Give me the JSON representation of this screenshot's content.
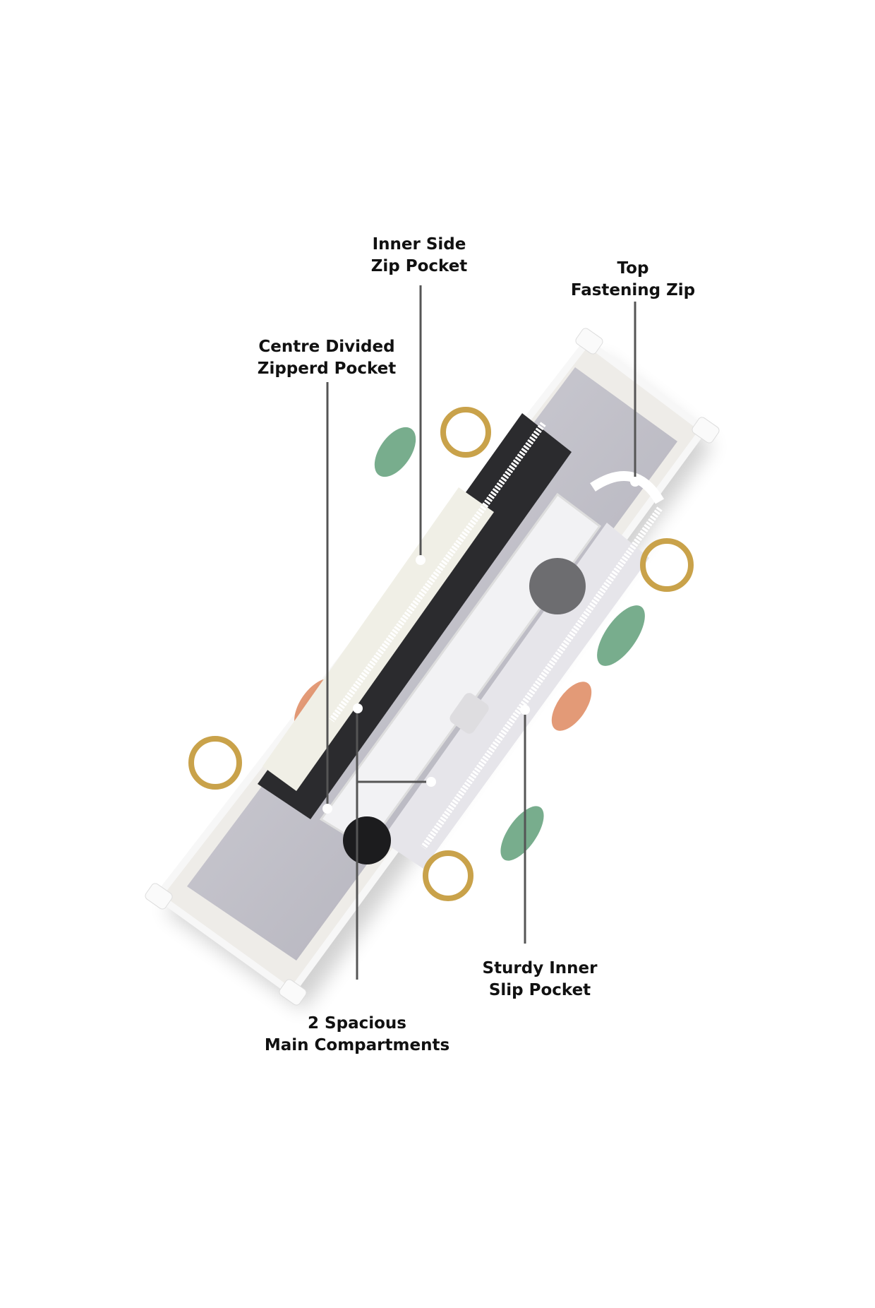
{
  "callouts": {
    "inner_side": {
      "line1": "Inner Side",
      "line2": "Zip Pocket"
    },
    "top_zip": {
      "line1": "Top",
      "line2": "Fastening Zip"
    },
    "centre_divided": {
      "line1": "Centre Divided",
      "line2": "Zipperd Pocket"
    },
    "main_compartments": {
      "line1": "2 Spacious",
      "line2": "Main Compartments"
    },
    "slip_pocket": {
      "line1": "Sturdy Inner",
      "line2": "Slip Pocket"
    }
  },
  "colors": {
    "leader": "#555555",
    "trim": "#f4f4f4",
    "lining": "#c9c8d0",
    "gold": "#c9a24a",
    "green": "#3f8a5c",
    "orange": "#d9784a"
  }
}
